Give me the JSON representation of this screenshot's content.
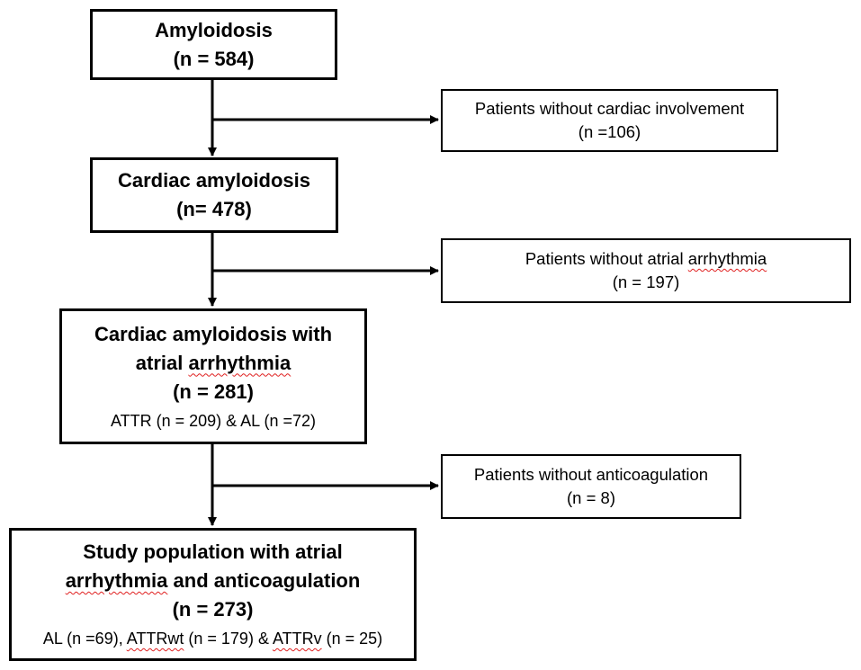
{
  "flowchart": {
    "box1": {
      "title": "Amyloidosis",
      "count": "(n = 584)"
    },
    "box2": {
      "title": "Cardiac amyloidosis",
      "count": "(n= 478)"
    },
    "box3": {
      "title_line1": "Cardiac amyloidosis with",
      "title_line2_pre": "atrial ",
      "title_line2_word": "arrhythmia",
      "count": "(n = 281)",
      "subgroups": "ATTR (n = 209) & AL (n =72)"
    },
    "box4": {
      "title_line1": "Study population with atrial",
      "title_line2_word": "arrhythmia",
      "title_line2_post": " and anticoagulation",
      "count": "(n = 273)",
      "sub_pre": "AL (n =69), ",
      "sub_word1": "ATTRwt",
      "sub_mid": " (n = 179) & ",
      "sub_word2": "ATTRv",
      "sub_post": " (n = 25)"
    },
    "excl1": {
      "text": "Patients without cardiac involvement",
      "count": "(n =106)"
    },
    "excl2": {
      "text_pre": "Patients without atrial ",
      "text_word": "arrhythmia",
      "count": "(n = 197)"
    },
    "excl3": {
      "text": "Patients without anticoagulation",
      "count": "(n = 8)"
    }
  }
}
